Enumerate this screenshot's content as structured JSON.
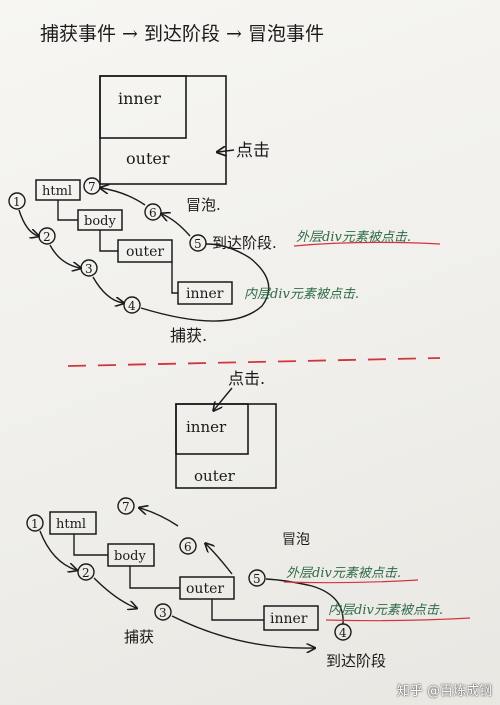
{
  "title": "捕获事件 → 到达阶段 → 冒泡事件",
  "top_diagram": {
    "box_inner": "inner",
    "box_outer": "outer",
    "click_label": "点击",
    "nodes": [
      "html",
      "body",
      "outer",
      "inner"
    ],
    "steps": [
      "1",
      "2",
      "3",
      "4",
      "5",
      "6",
      "7"
    ],
    "bubble_label": "冒泡.",
    "target_label": "到达阶段.",
    "note_outer": "外层div元素被点击.",
    "note_inner": "内层div元素被点击.",
    "capture_label": "捕获."
  },
  "bottom_diagram": {
    "click_label": "点击.",
    "box_inner": "inner",
    "box_outer": "outer",
    "nodes": [
      "html",
      "body",
      "outer",
      "inner"
    ],
    "steps": [
      "1",
      "2",
      "3",
      "4",
      "5",
      "6",
      "7"
    ],
    "bubble_label": "冒泡",
    "note_outer": "外层div元素被点击.",
    "note_inner": "内层div元素被点击.",
    "capture_label": "捕获",
    "target_label": "到达阶段"
  },
  "watermark": "知乎 @百炼成钢",
  "colors": {
    "ink": "#1b1b1b",
    "green": "#2f6b47",
    "red": "#d2353f"
  }
}
